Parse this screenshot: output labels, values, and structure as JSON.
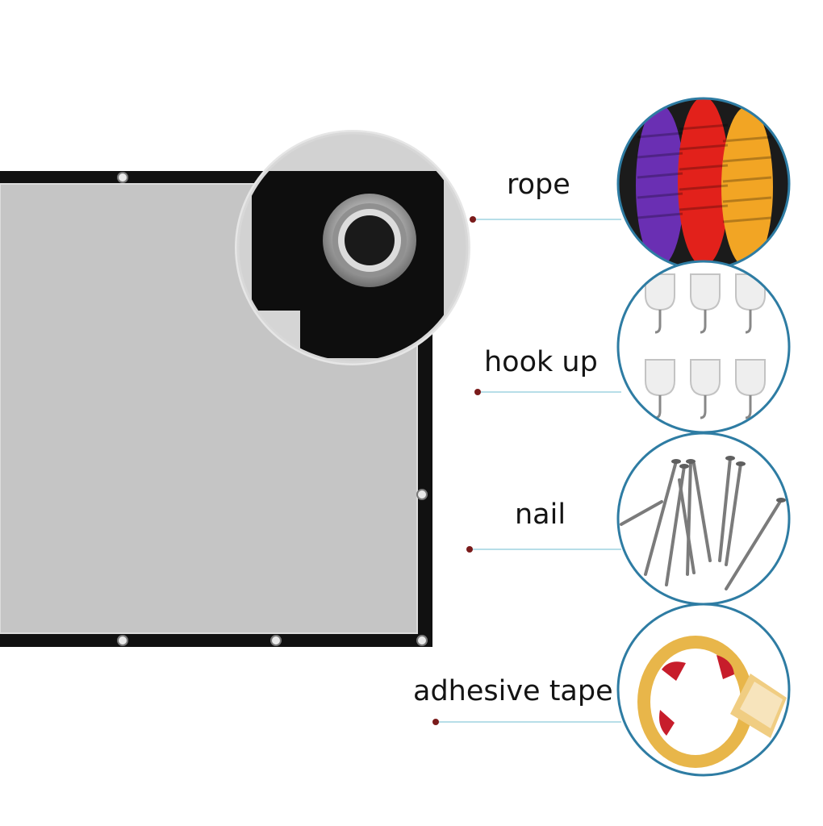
{
  "accessories": [
    {
      "id": "rope",
      "label": "rope",
      "icon": "rope-icon"
    },
    {
      "id": "hook-up",
      "label": "hook up",
      "icon": "hook-icon"
    },
    {
      "id": "nail",
      "label": "nail",
      "icon": "nail-icon"
    },
    {
      "id": "adhesive-tape",
      "label": "adhesive tape",
      "icon": "tape-icon"
    }
  ],
  "screen": {
    "icon": "projection-screen-icon",
    "detail": "grommet-icon"
  },
  "colors": {
    "screen_fill": "#c5c5c5",
    "screen_border": "#111111",
    "connector_dot": "#7a1b1b",
    "connector_line": "#9fd4e0",
    "circle_border_blue": "#2e7ca3",
    "rope_purple": "#6a2fb3",
    "rope_red": "#e2211b",
    "rope_orange": "#f2a524",
    "tape_yellow": "#e8b64a",
    "tape_red_text": "#c71d2b"
  }
}
